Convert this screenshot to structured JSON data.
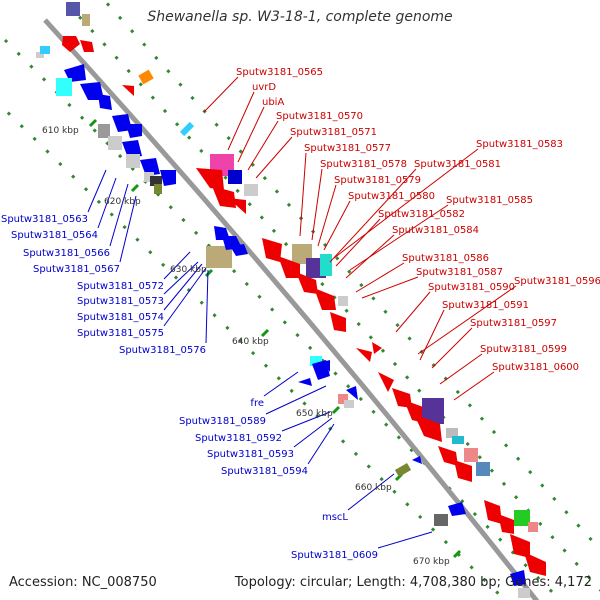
{
  "title": "Shewanella sp. W3-18-1, complete genome",
  "footer": {
    "accession": "Accession: NC_008750",
    "summary": "Topology: circular; Length: 4,708,380 bp; Genes: 4,172"
  },
  "scale_marks": [
    "610 kbp",
    "620 kbp",
    "630 kbp",
    "640 kbp",
    "650 kbp",
    "660 kbp",
    "670 kbp"
  ],
  "forward_gene_labels": [
    "Sputw3181_0565",
    "uvrD",
    "ubiA",
    "Sputw3181_0570",
    "Sputw3181_0571",
    "Sputw3181_0577",
    "Sputw3181_0578",
    "Sputw3181_0579",
    "Sputw3181_0580",
    "Sputw3181_0581",
    "Sputw3181_0582",
    "Sputw3181_0583",
    "Sputw3181_0584",
    "Sputw3181_0585",
    "Sputw3181_0586",
    "Sputw3181_0587",
    "Sputw3181_0590",
    "Sputw3181_0596",
    "Sputw3181_0591",
    "Sputw3181_0597",
    "Sputw3181_0599",
    "Sputw3181_0600"
  ],
  "reverse_gene_labels": [
    "Sputw3181_0563",
    "Sputw3181_0564",
    "Sputw3181_0566",
    "Sputw3181_0567",
    "Sputw3181_0572",
    "Sputw3181_0573",
    "Sputw3181_0574",
    "Sputw3181_0575",
    "Sputw3181_0576",
    "fre",
    "Sputw3181_0589",
    "Sputw3181_0592",
    "Sputw3181_0593",
    "Sputw3181_0594",
    "mscL",
    "Sputw3181_0609"
  ],
  "colors": {
    "forward_label": "#cc0000",
    "reverse_label": "#0000cc",
    "forward_gene": "#ee0000",
    "reverse_gene": "#0000ee",
    "backbone": "#888888",
    "dots": "#338833"
  }
}
